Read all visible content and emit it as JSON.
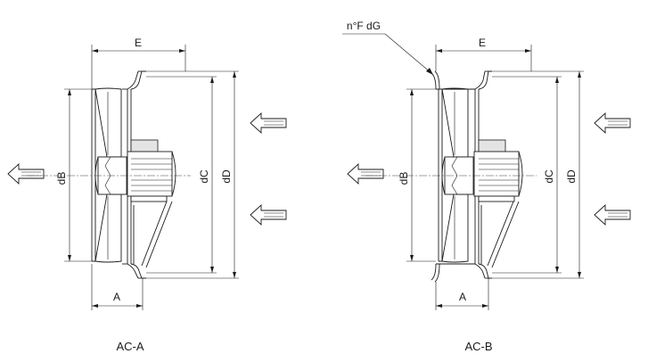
{
  "views": [
    {
      "caption": "AC-A",
      "labels": {
        "e": "E",
        "db": "dB",
        "dc": "dC",
        "dd": "dD",
        "a": "A"
      }
    },
    {
      "caption": "AC-B",
      "labels": {
        "e": "E",
        "db": "dB",
        "dc": "dC",
        "dd": "dD",
        "a": "A",
        "flange": "n°F dG"
      }
    }
  ]
}
